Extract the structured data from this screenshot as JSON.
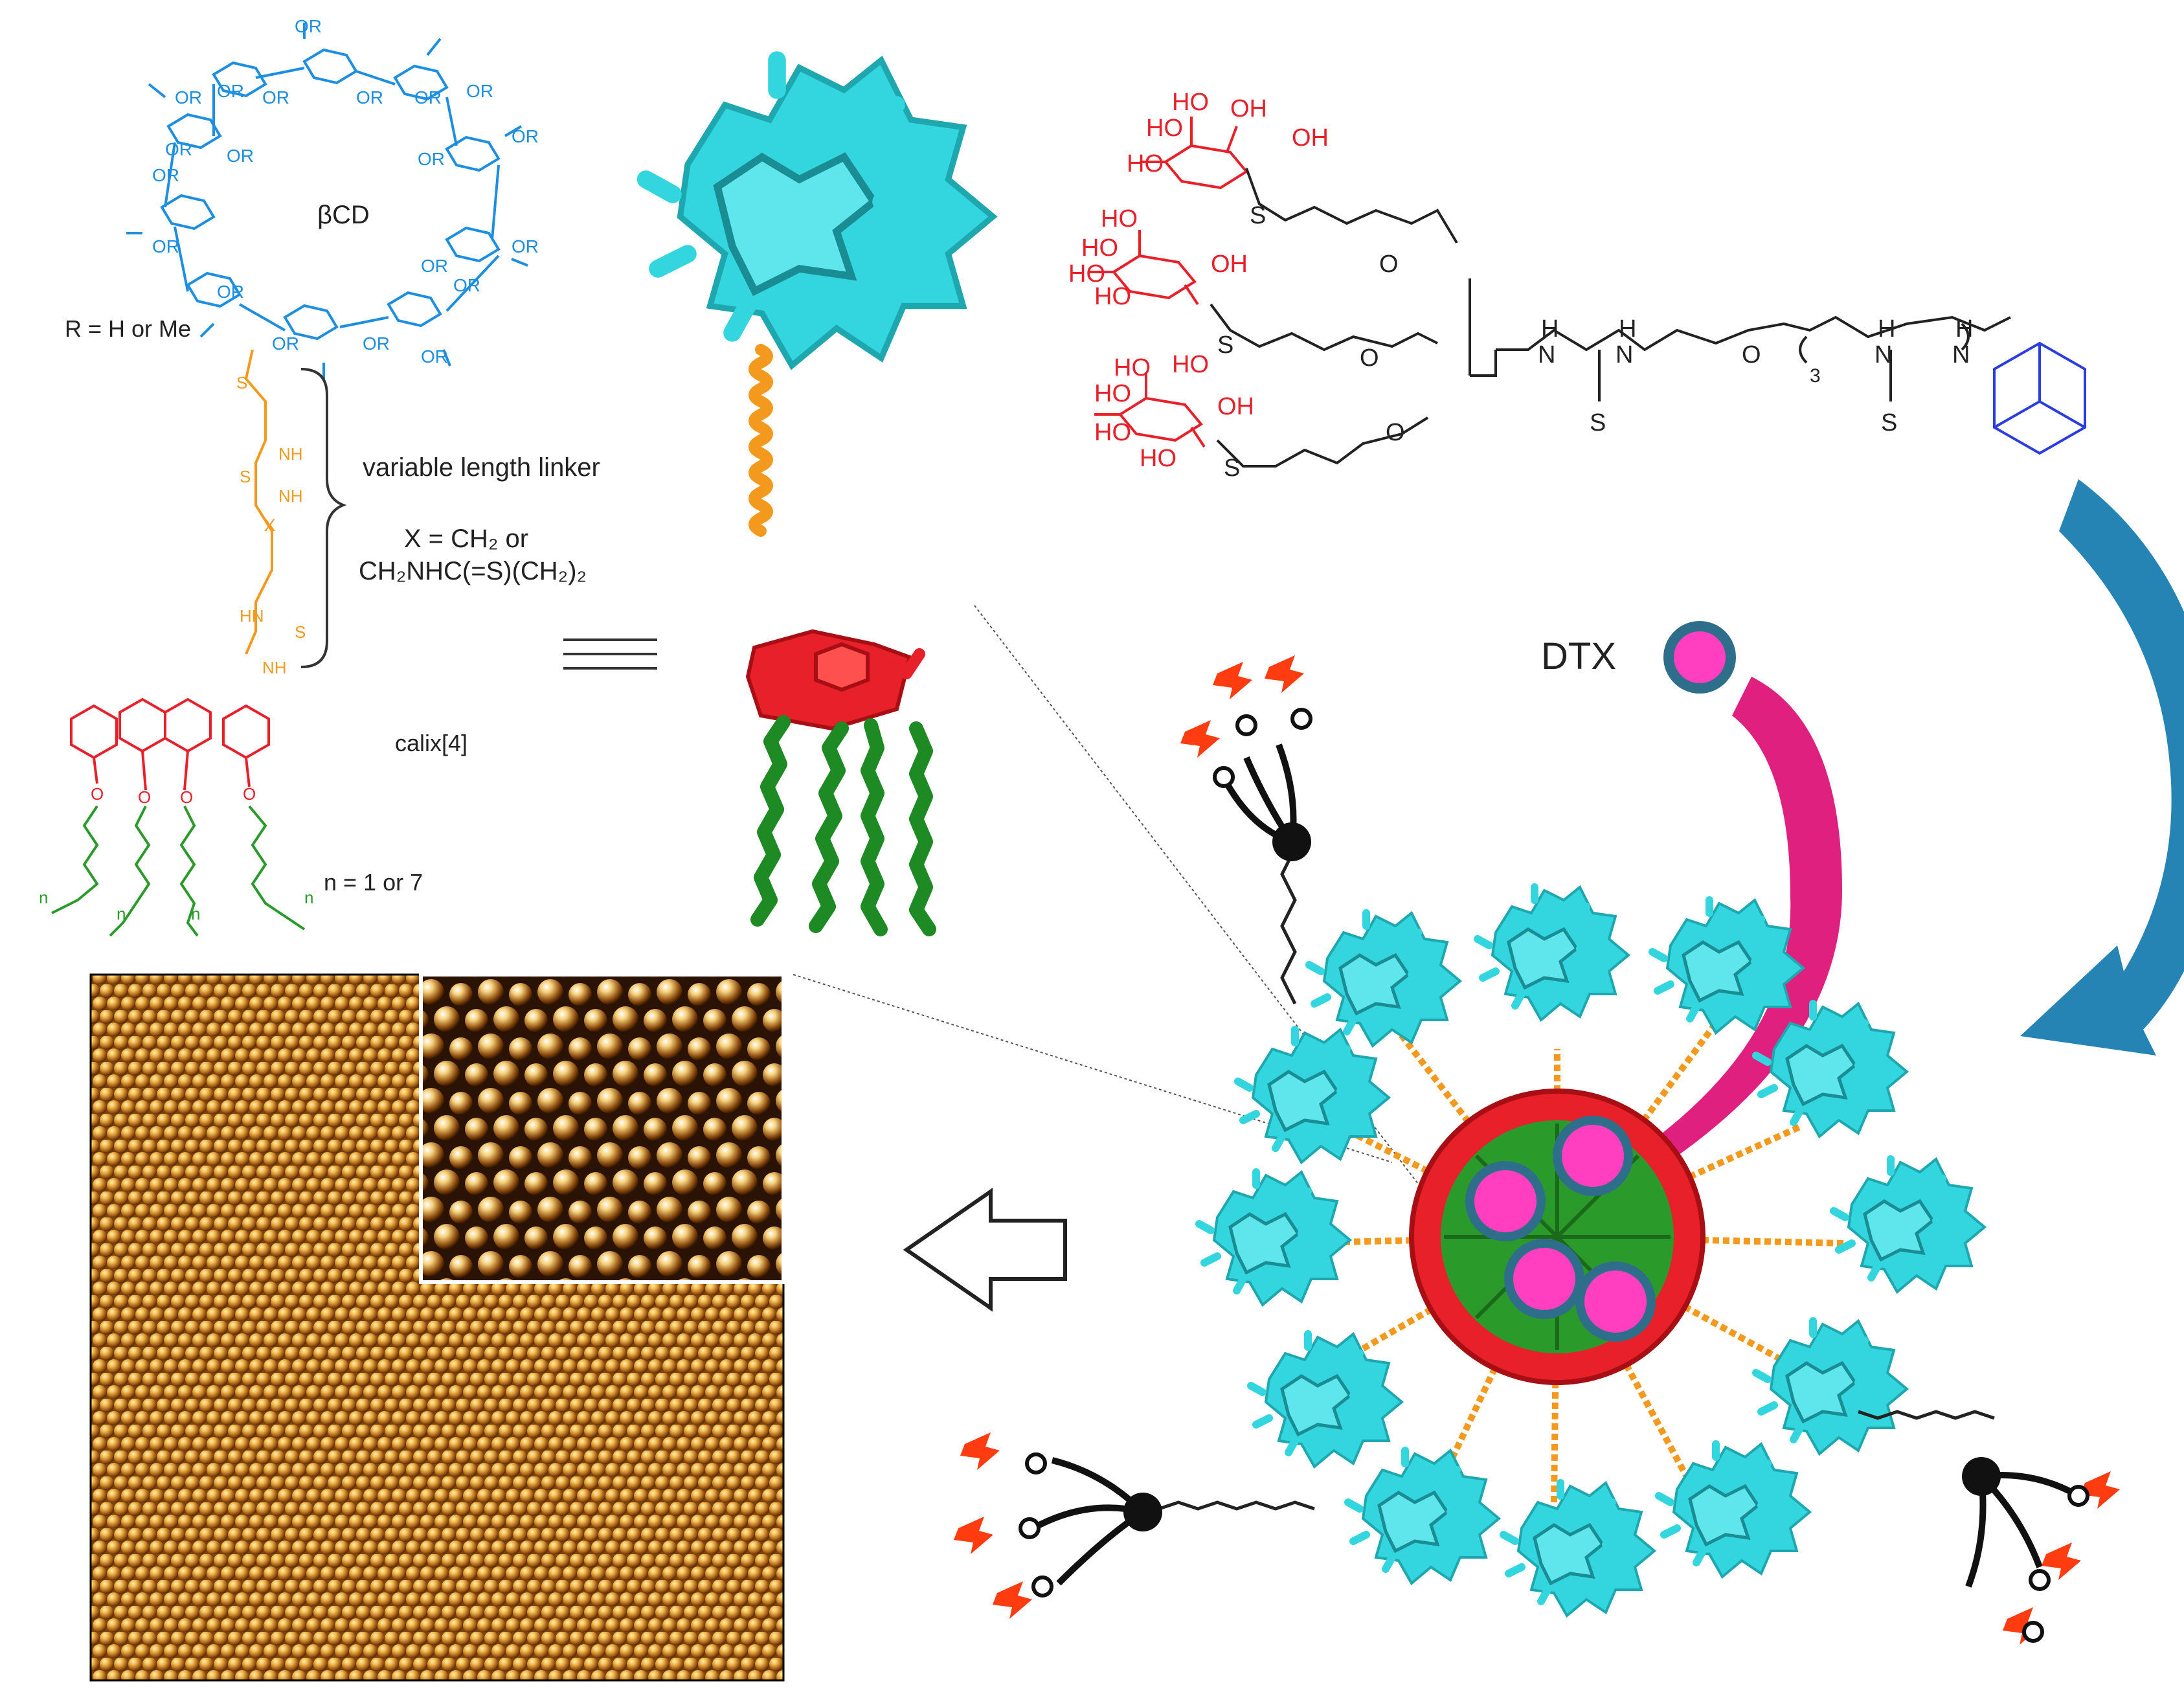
{
  "structure_labels": {
    "bcd": "βCD",
    "r_def": "R = H or Me",
    "linker_title": "variable length linker",
    "x_def_line1": "X = CH₂ or",
    "x_def_line2": "CH₂NHC(=S)(CH₂)₂",
    "calix": "calix[4]",
    "n_def": "n = 1 or 7",
    "or": "OR",
    "nh": "NH",
    "hn": "HN",
    "s": "S",
    "x": "X",
    "o": "O",
    "n": "n"
  },
  "ligand_labels": {
    "ho": "HO",
    "oh": "OH",
    "s": "S",
    "o": "O",
    "nh": "NH",
    "h": "H",
    "n": "N",
    "sub3": "3"
  },
  "assembly": {
    "drug_label": "DTX"
  },
  "colors": {
    "cyclodextrin": "#1e8ee0",
    "linker": "#f39a1e",
    "calixarene": "#e8202a",
    "alkyl_chains": "#2a9a2a",
    "cd_model": "#33d6de",
    "drug": "#ff3fc0",
    "drug_ring": "#2f6e8a",
    "galactose_icon": "#ff3b10",
    "arrow_blue": "#2684b5",
    "arrow_pink": "#e0207f",
    "afm_light": "#f4c25a",
    "afm_dark": "#3a1b06"
  },
  "icons": {
    "open_arrow": "left-arrow-outline-icon",
    "equals": "triple-bar-icon"
  }
}
